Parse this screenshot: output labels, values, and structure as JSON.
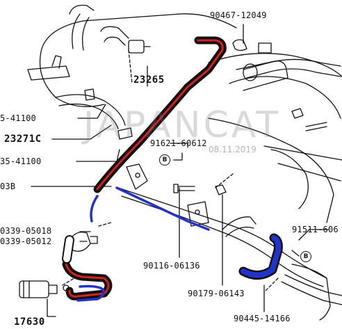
{
  "labels": {
    "p90467": "90467-12049",
    "p23265": "23265",
    "p41100a": "5-41100",
    "p23271c": "23271C",
    "p41100b": "35-41100",
    "p91621": "91621-60612",
    "p03b": "03B",
    "p0339a": "0339-05018",
    "p0339b": "0339-05012",
    "p91511": "91511-606",
    "p90116": "90116-06136",
    "p90179": "90179-06143",
    "p90445": "90445-14166",
    "p17630": "17630"
  },
  "markers": {
    "b1": "B",
    "b2": "B"
  },
  "watermark": {
    "text": "JAPANCAT",
    "date": "08.11.2019"
  },
  "colors": {
    "red_hose": "#d42020",
    "blue_hose": "#2233cc",
    "line": "#111111"
  }
}
